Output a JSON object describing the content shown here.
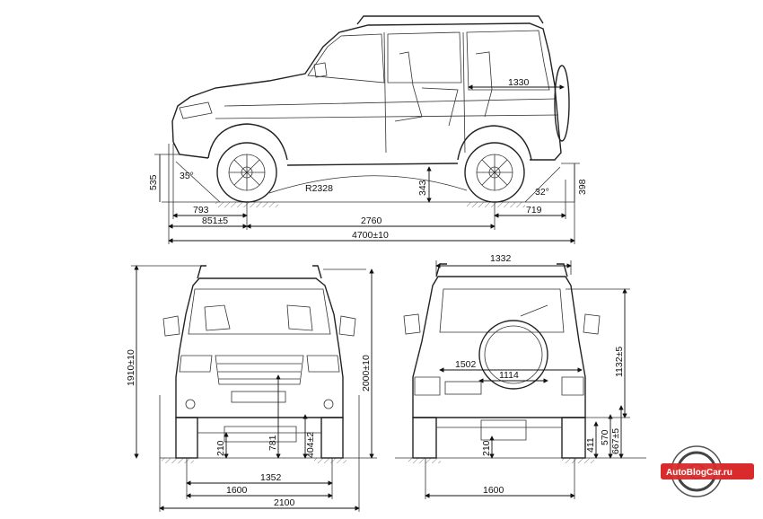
{
  "dimensions": {
    "side": {
      "length": "4700±10",
      "wheelbase": "2760",
      "front_overhang_total": "851±5",
      "front_overhang": "793",
      "rear_overhang": "719",
      "window_length": "1330",
      "front_height": "535",
      "rear_height": "398",
      "ground_clearance": "343",
      "ramp_radius": "R2328",
      "approach_angle": "35°",
      "departure_angle": "32°"
    },
    "front": {
      "height": "1910±10",
      "height_with_rack": "2000±10",
      "clearance": "210",
      "axle_height": "781",
      "wheel_center": "404±2",
      "inner_track": "1352",
      "track": "1600",
      "width": "2100"
    },
    "rear": {
      "top_width": "1332",
      "body_width": "1502",
      "wheel_diameter": "1114",
      "side_height": "1132±5",
      "clearance": "210",
      "step_height": "411",
      "bumper_height": "570",
      "bumper_top": "667±5",
      "track": "1600"
    }
  },
  "watermark": {
    "text": "AutoBlogCar.ru",
    "color": "#d92b2b"
  }
}
